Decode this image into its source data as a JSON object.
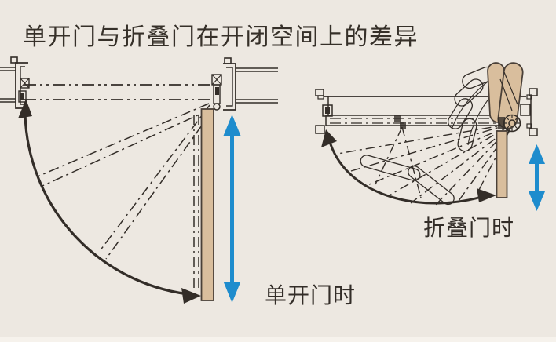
{
  "title": "单开门与折叠门在开闭空间上的差异",
  "colors": {
    "background": "#EDE8E1",
    "line": "#332D28",
    "title": "#363029",
    "label": "#332D28",
    "door_fill": "#D9BE9D",
    "door_stroke": "#4A4038",
    "arrow_blue": "#1E8CCD",
    "footer_strip": "#F6F2EC"
  },
  "diagrams": {
    "single_door": {
      "label": "单开门时"
    },
    "folding_door": {
      "label": "折叠门时"
    }
  }
}
